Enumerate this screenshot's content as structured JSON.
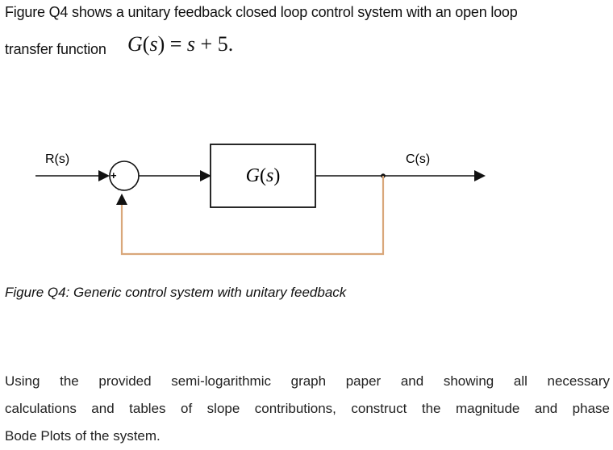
{
  "problem": {
    "line1": "Figure Q4 shows a unitary feedback closed loop control system with an open loop",
    "line2_prefix": "transfer function",
    "equation": {
      "lhs_symbol": "G",
      "lhs_var": "s",
      "rhs_var": "s",
      "rhs_rest": "+ 5",
      "terminator": "."
    }
  },
  "diagram": {
    "input_label": "R(s)",
    "output_label": "C(s)",
    "block_label_symbol": "G",
    "block_label_var": "s",
    "summing_plus": "+",
    "summing_minus": "_",
    "feedback_color": "#d9a77a"
  },
  "caption": "Figure Q4: Generic control system with unitary feedback",
  "instructions": [
    "Using the provided semi-logarithmic graph paper and showing all necessary",
    "calculations and tables of slope contributions, construct the magnitude and phase",
    "Bode Plots of the system."
  ]
}
